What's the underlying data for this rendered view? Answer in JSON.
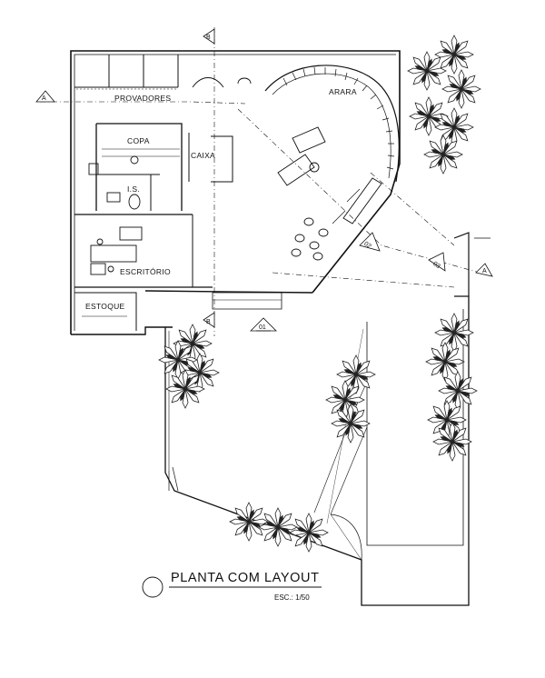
{
  "rooms": {
    "provadores": "PROVADORES",
    "arara": "ARARA",
    "copa": "COPA",
    "caixa": "CAIXA",
    "is": "I.S.",
    "escritorio": "ESCRITÓRIO",
    "estoque": "ESTOQUE"
  },
  "markers": {
    "section_a": "A",
    "section_b": "B",
    "view_01": "01",
    "view_02": "02",
    "view_03": "03"
  },
  "title_block": {
    "title": "PLANTA COM LAYOUT",
    "scale": "ESC.: 1/50"
  }
}
